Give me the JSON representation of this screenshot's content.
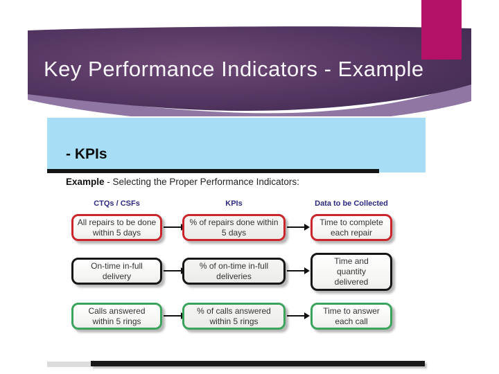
{
  "slide": {
    "title": "Key Performance Indicators - Example"
  },
  "panel": {
    "heading": "- KPIs",
    "example_label": "Example",
    "example_text": " - Selecting the Proper Performance Indicators:"
  },
  "diagram": {
    "columns": [
      "CTQs / CSFs",
      "KPIs",
      "Data to be Collected"
    ],
    "rows": [
      {
        "theme": "red",
        "cells": [
          "All repairs to be done within 5 days",
          "% of repairs done within 5 days",
          "Time to complete each repair"
        ]
      },
      {
        "theme": "black",
        "cells": [
          "On-time in-full delivery",
          "% of on-time in-full deliveries",
          "Time and quantity delivered"
        ]
      },
      {
        "theme": "green",
        "cells": [
          "Calls answered within 5 rings",
          "% of calls answered within 5 rings",
          "Time to answer each call"
        ]
      }
    ]
  },
  "colors": {
    "banner_purple_center": "#6d4a74",
    "banner_purple_edge": "#3c2a4d",
    "banner_swoosh": "#8f76a3",
    "accent_magenta": "#b31167",
    "panel_blue": "#a7ddf5",
    "header_navy": "#2b2a80",
    "row_red": "#c9252b",
    "row_black": "#161616",
    "row_green": "#3aa45c"
  }
}
